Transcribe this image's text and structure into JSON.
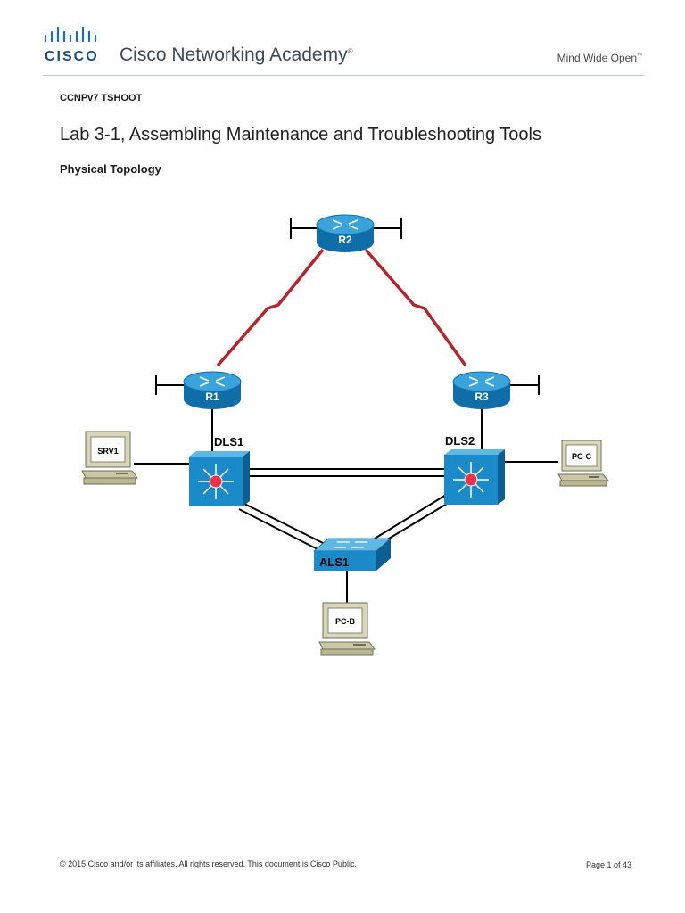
{
  "header": {
    "brand": "CISCO",
    "academy": "Cisco Networking Academy",
    "registered_mark": "®",
    "tagline": "Mind Wide Open",
    "trademark": "™"
  },
  "document": {
    "course": "CCNPv7 TSHOOT",
    "title": "Lab 3-1, Assembling Maintenance and Troubleshooting Tools",
    "section_heading": "Physical Topology"
  },
  "topology": {
    "routers": [
      "R1",
      "R2",
      "R3"
    ],
    "multilayer_switches": [
      "DLS1",
      "DLS2"
    ],
    "access_switch": "ALS1",
    "hosts": [
      "SRV1",
      "PC-B",
      "PC-C"
    ],
    "colors": {
      "serial_link": "#b5232b",
      "device_blue": "#1b8ac9",
      "host_beige": "#d8d6b8"
    }
  },
  "footer": {
    "copyright": "© 2015 Cisco and/or its affiliates. All rights reserved. This document is Cisco Public.",
    "page": "Page 1 of 43"
  }
}
